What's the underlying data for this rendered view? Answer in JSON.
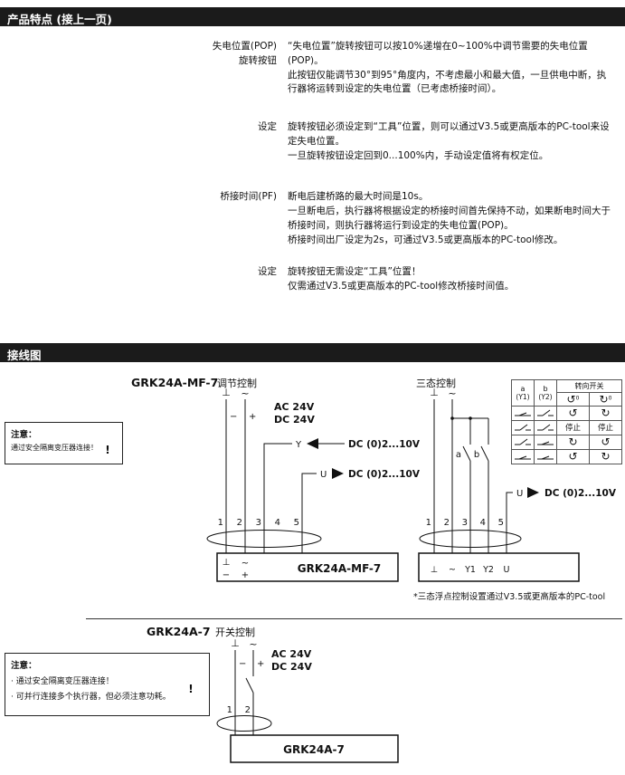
{
  "features": {
    "title": "产品特点 (接上一页)",
    "items": [
      {
        "label_lines": [
          "失电位置(POP)",
          "旋转按钮"
        ],
        "paragraphs": [
          "“失电位置”旋转按钮可以按10%递增在0~100%中调节需要的失电位置(POP)。",
          "此按钮仅能调节30°到95°角度内，不考虑最小和最大值，一旦供电中断，执行器将运转到设定的失电位置（已考虑桥接时间）。"
        ]
      },
      {
        "label_lines": [
          "设定"
        ],
        "paragraphs": [
          "旋转按钮必须设定到“工具”位置，则可以通过V3.5或更高版本的PC-tool来设定失电位置。",
          "一旦旋转按钮设定回到0...100%内，手动设定值将有权定位。"
        ]
      },
      {
        "label_lines": [
          "桥接时间(PF)"
        ],
        "paragraphs": [
          "断电后建桥路的最大时间是10s。",
          "一旦断电后，执行器将根据设定的桥接时间首先保持不动，如果断电时间大于桥接时间，则执行器将运行到设定的失电位置(POP)。",
          "桥接时间出厂设定为2s，可通过V3.5或更高版本的PC-tool修改。"
        ]
      },
      {
        "label_lines": [
          "设定"
        ],
        "paragraphs": [
          "旋转按钮无需设定“工具”位置！",
          "仅需通过V3.5或更高版本的PC-tool修改桥接时间值。"
        ]
      }
    ]
  },
  "wiring": {
    "title": "接线图",
    "diagram_mf": {
      "model": "GRK24A-MF-7",
      "control_type": "调节控制",
      "gnd": "⊥",
      "phase": "~",
      "minus": "−",
      "plus": "+",
      "supply1": "AC 24V",
      "supply2": "DC 24V",
      "y_label": "Y",
      "y_signal": "DC (0)2...10V",
      "u_label": "U",
      "u_signal": "DC (0)2...10V",
      "terminals": [
        "1",
        "2",
        "3",
        "4",
        "5"
      ],
      "box_model": "GRK24A-MF-7"
    },
    "diagram_3p": {
      "control_type": "三态控制",
      "gnd": "⊥",
      "phase": "~",
      "switch_a": "a",
      "switch_b": "b",
      "u_label": "U",
      "u_signal": "DC (0)2...10V",
      "terminals": [
        "1",
        "2",
        "3",
        "4",
        "5"
      ],
      "box_terminals": [
        "⊥",
        "~",
        "Y1",
        "Y2",
        "U"
      ],
      "footnote": "*三态浮点控制设置通过V3.5或更高版本的PC-tool"
    },
    "direction_table": {
      "col_a": "a",
      "col_a_sub": "(Y1)",
      "col_b": "b",
      "col_b_sub": "(Y2)",
      "col_dir": "转向开关",
      "zero_mark": "0",
      "stop_label": "停止",
      "rows": [
        {
          "a": "closed",
          "b": "open",
          "left": "ccw",
          "right": "cw"
        },
        {
          "a": "open",
          "b": "open",
          "left": "stop",
          "right": "stop"
        },
        {
          "a": "open",
          "b": "closed",
          "left": "cw",
          "right": "ccw"
        },
        {
          "a": "closed",
          "b": "closed",
          "left": "ccw",
          "right": "cw"
        }
      ]
    },
    "note1": {
      "title": "注意：",
      "lines": [
        "通过安全隔离变压器连接！"
      ]
    },
    "note2": {
      "title": "注意：",
      "lines": [
        "· 通过安全隔离变压器连接！",
        "· 可并行连接多个执行器，但必须注意功耗。"
      ]
    },
    "diagram_sw": {
      "model": "GRK24A-7",
      "control_type": "开关控制",
      "gnd": "⊥",
      "phase": "~",
      "minus": "−",
      "plus": "+",
      "supply1": "AC 24V",
      "supply2": "DC 24V",
      "terminals": [
        "1",
        "2"
      ],
      "box_model": "GRK24A-7"
    }
  },
  "icons": {
    "ccw": "↺",
    "cw": "↻",
    "exclamation": "!"
  }
}
